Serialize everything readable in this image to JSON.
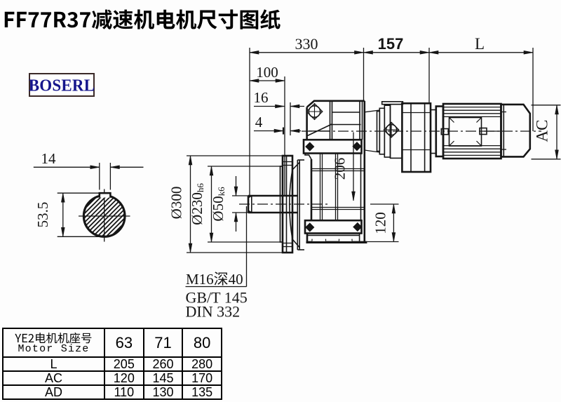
{
  "title": "FF77R37减速机电机尺寸图纸",
  "logo": {
    "text": "BOSERL"
  },
  "drawing": {
    "dimensions": {
      "overall_width": "330",
      "mid_width": "157",
      "motor_length": "L",
      "flange_offset": "100",
      "flange_thickness": "16",
      "face_gap": "4",
      "key_width": "14",
      "key_depth": "53.5",
      "flange_diameter": "Ø300",
      "spigot_diameter": "Ø230",
      "spigot_tolerance": "h6",
      "shaft_diameter": "Ø50",
      "shaft_tolerance": "k6",
      "axis_distance": "206",
      "foot_height": "120",
      "motor_diameter": "AC"
    },
    "notes": [
      "M16深40",
      "GB/T 145",
      "DIN 332"
    ]
  },
  "table": {
    "header_cn": "YE2电机机座号",
    "header_en": "Motor Size",
    "columns": [
      "63",
      "71",
      "80"
    ],
    "rows": [
      {
        "label": "L",
        "values": [
          "205",
          "260",
          "280"
        ]
      },
      {
        "label": "AC",
        "values": [
          "120",
          "145",
          "170"
        ]
      },
      {
        "label": "AD",
        "values": [
          "110",
          "130",
          "135"
        ]
      }
    ]
  },
  "colors": {
    "ink": "#151515",
    "logo_text": "#16168c",
    "logo_border": "#3b2a28",
    "background": "#fdfdfd"
  }
}
